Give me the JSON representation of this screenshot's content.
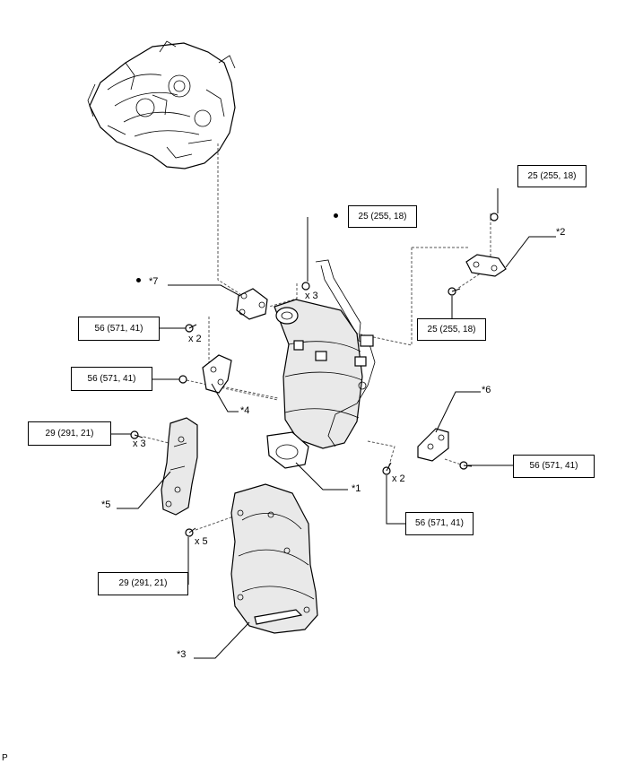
{
  "torques": {
    "t1": "25 (255, 18)",
    "t2": "25 (255, 18)",
    "t3": "25 (255, 18)",
    "t4": "56 (571, 41)",
    "t5": "56 (571, 41)",
    "t6": "29 (291, 21)",
    "t7": "56 (571, 41)",
    "t8": "56 (571, 41)",
    "t9": "29 (291, 21)"
  },
  "callouts": {
    "c1": "*1",
    "c2": "*2",
    "c3": "*3",
    "c4": "*4",
    "c5": "*5",
    "c6": "*6",
    "c7": "*7"
  },
  "quantities": {
    "q1": "x 3",
    "q2": "x 2",
    "q3": "x 3",
    "q4": "x 2",
    "q5": "x 5"
  },
  "corner_mark": "P"
}
